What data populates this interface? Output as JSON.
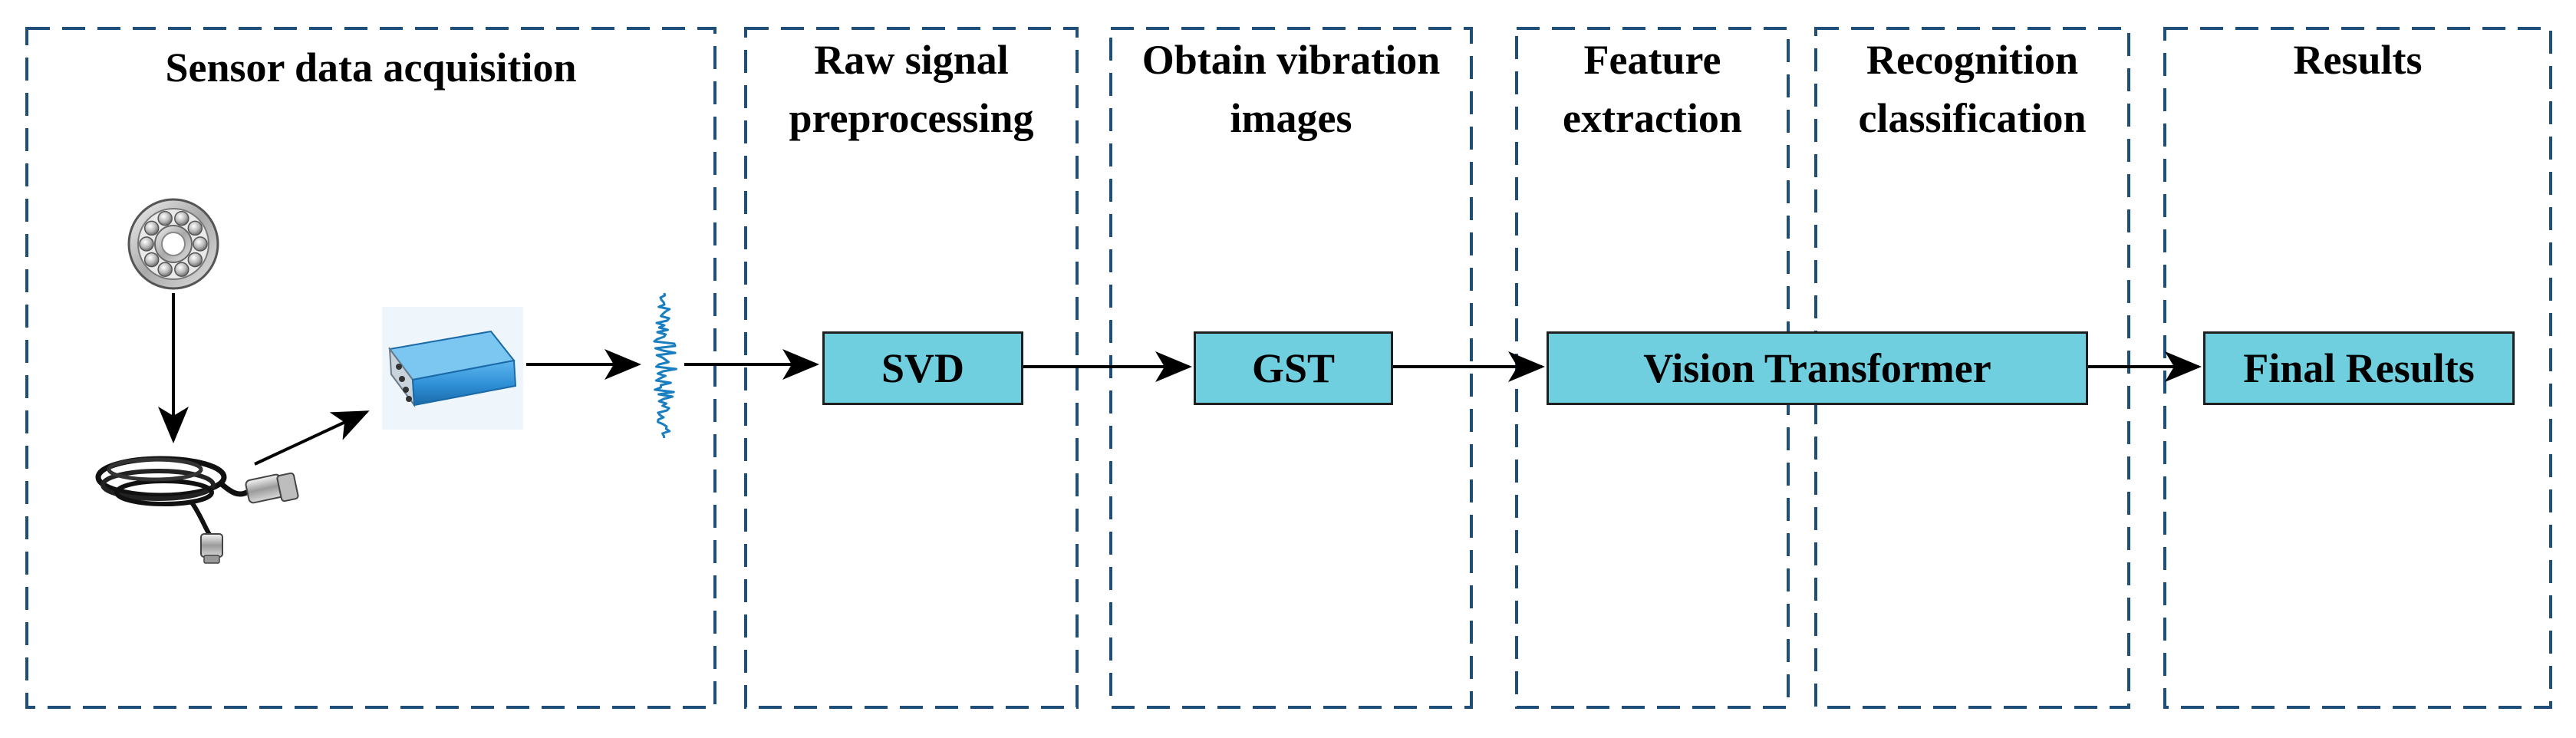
{
  "colors": {
    "stage_border": "#1f4e79",
    "process_fill": "#6fcfdf",
    "arrow": "#000000",
    "signal": "#1a7fc1",
    "daq_device": "#2e8fd6"
  },
  "stages": [
    {
      "id": "sensor",
      "title": "Sensor data acquisition"
    },
    {
      "id": "preprocess",
      "title_line1": "Raw signal",
      "title_line2": "preprocessing"
    },
    {
      "id": "images",
      "title_line1": "Obtain vibration",
      "title_line2": "images"
    },
    {
      "id": "features",
      "title_line1": "Feature",
      "title_line2": "extraction"
    },
    {
      "id": "recognition",
      "title_line1": "Recognition",
      "title_line2": "classification"
    },
    {
      "id": "results",
      "title": "Results"
    }
  ],
  "process_boxes": {
    "svd": "SVD",
    "gst": "GST",
    "vit": "Vision Transformer",
    "final": "Final Results"
  },
  "icons": [
    "bearing-icon",
    "accelerometer-sensor-icon",
    "data-acquisition-device-icon",
    "vibration-signal-icon"
  ]
}
